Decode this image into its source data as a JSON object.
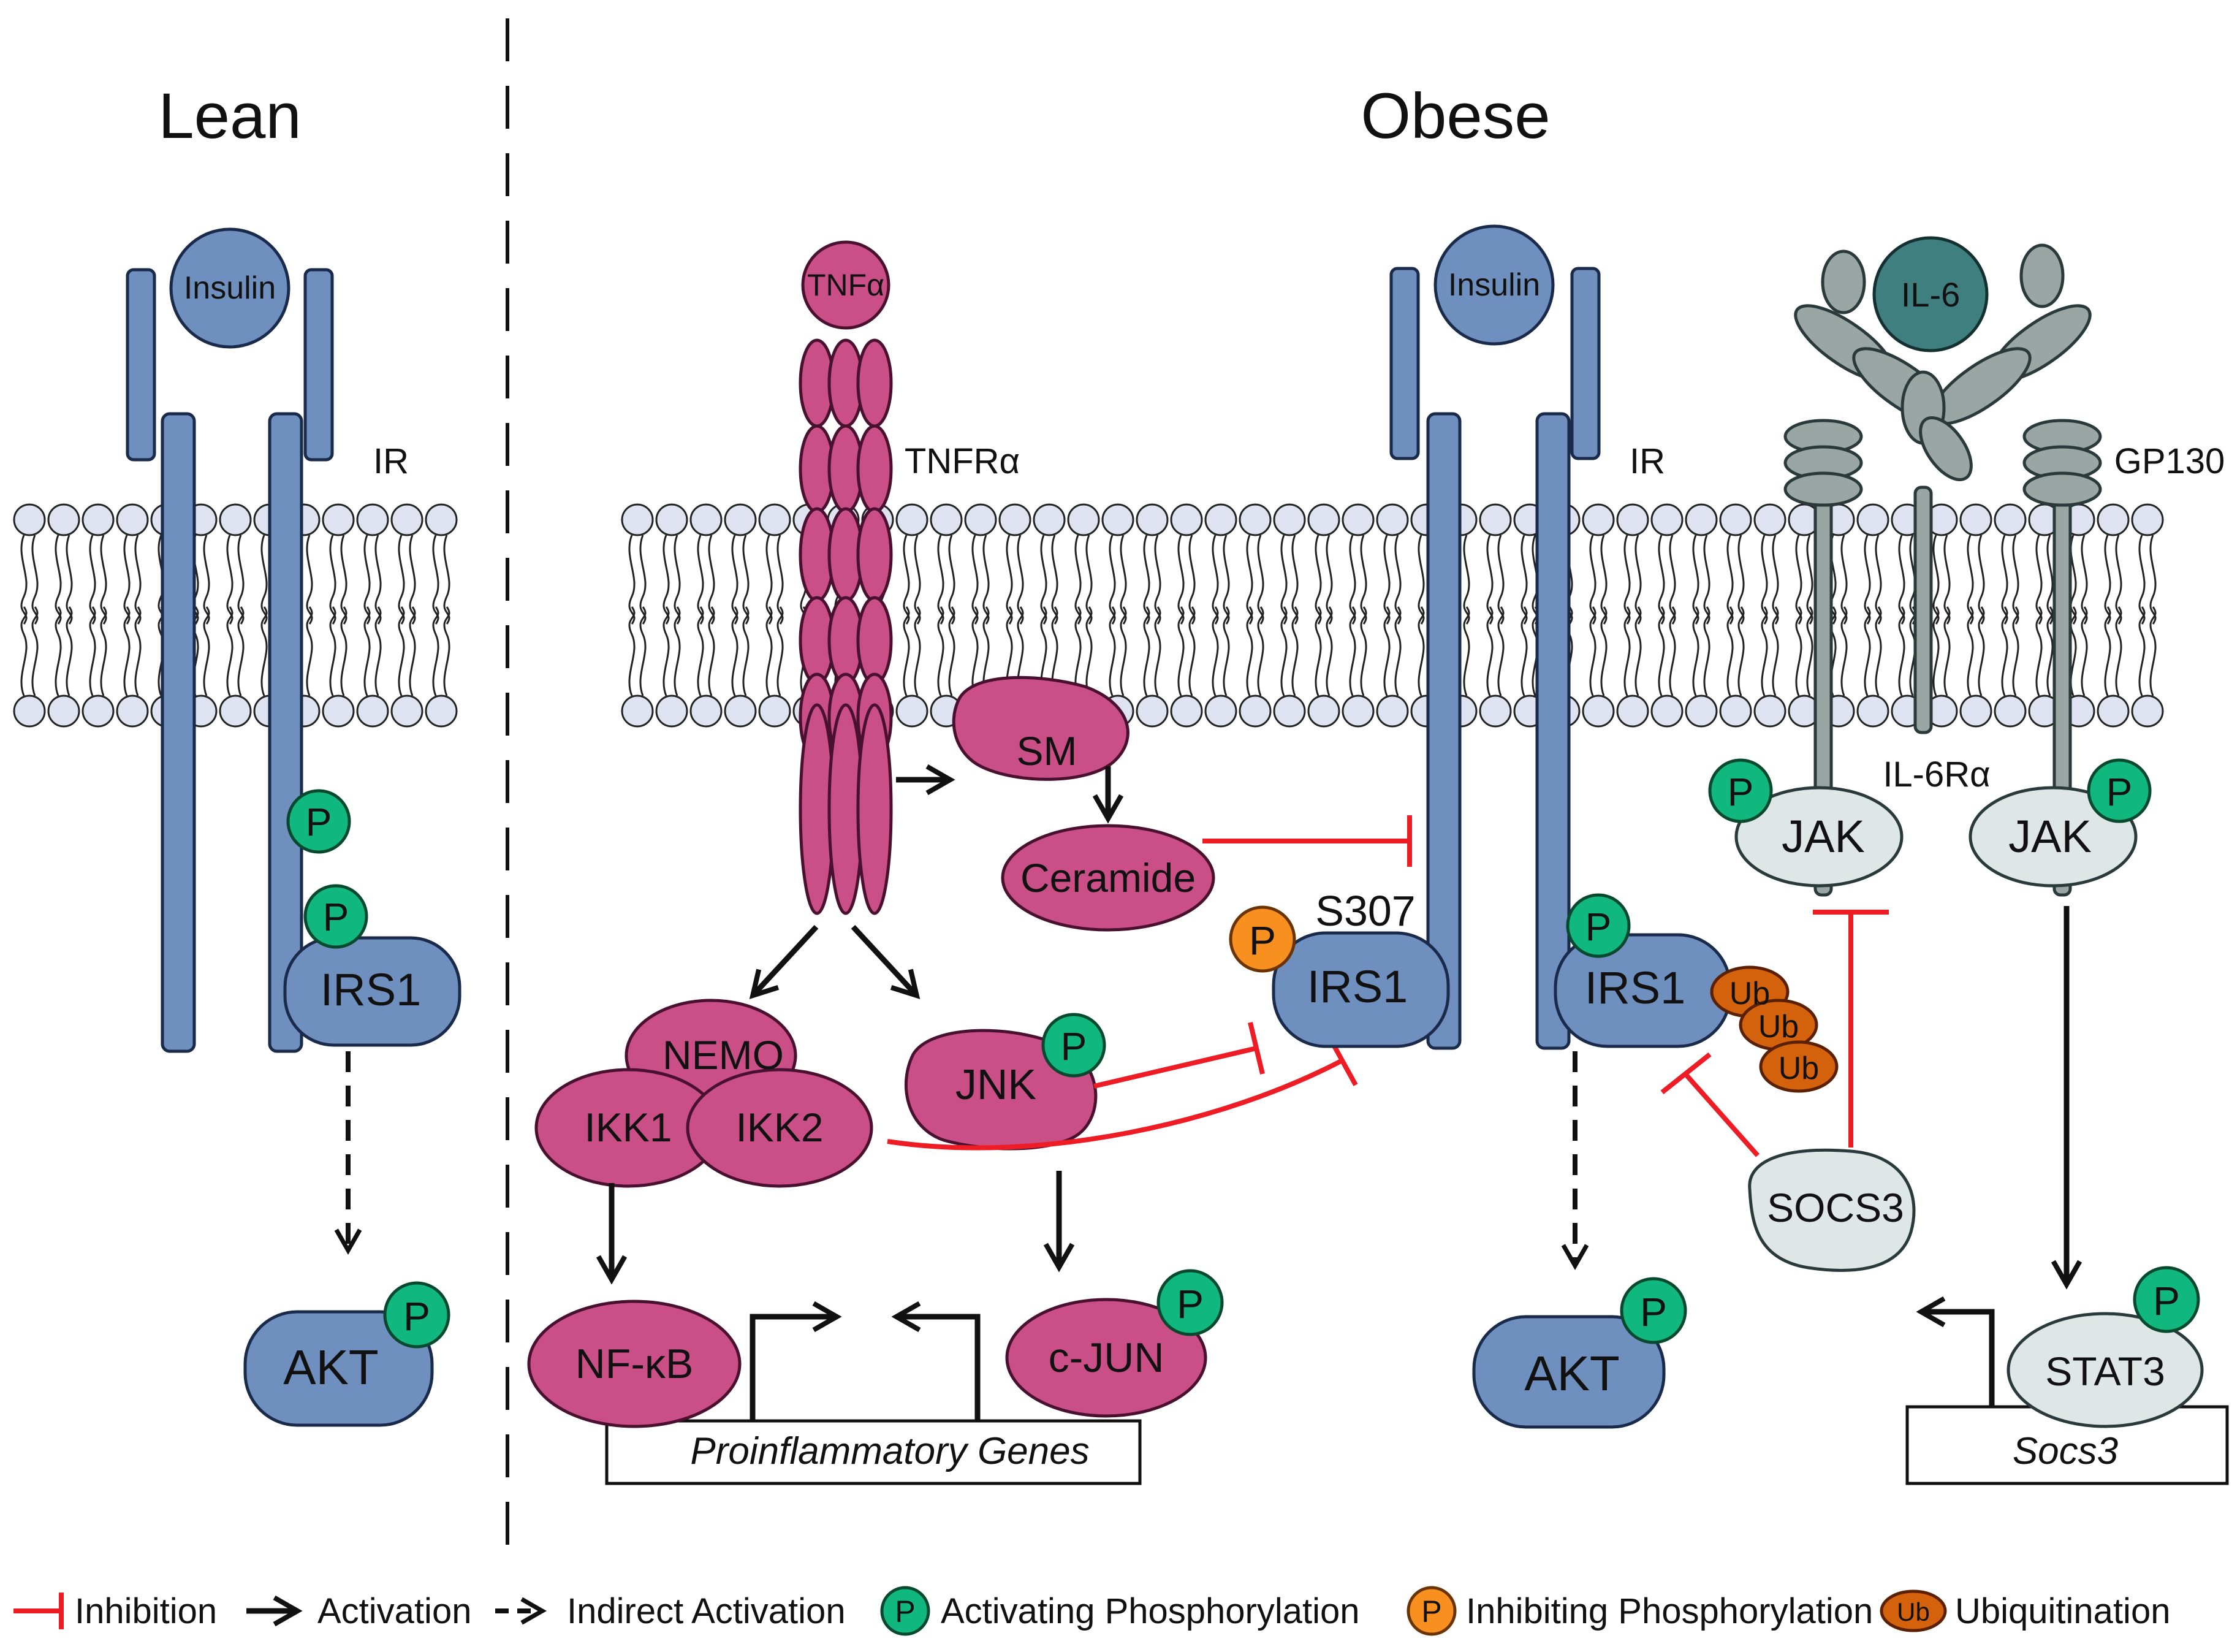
{
  "panels": {
    "lean": "Lean",
    "obese": "Obese"
  },
  "labels": {
    "insulin_lean": "Insulin",
    "ir_lean": "IR",
    "irs1_lean": "IRS1",
    "akt_lean": "AKT",
    "tnfa": "TNFα",
    "tnfra": "TNFRα",
    "sm": "SM",
    "ceramide": "Ceramide",
    "nemo": "NEMO",
    "ikk1": "IKK1",
    "ikk2": "IKK2",
    "jnk": "JNK",
    "nfkb": "NF-κB",
    "cjun": "c-JUN",
    "proinflammatory_genes": "Proinflammatory Genes",
    "insulin_obese": "Insulin",
    "ir_obese": "IR",
    "s307": "S307",
    "irs1_inhibited": "IRS1",
    "irs1_ub": "IRS1",
    "ub": "Ub",
    "akt_obese": "AKT",
    "il6": "IL-6",
    "gp130": "GP130",
    "il6ra": "IL-6Rα",
    "jak_left": "JAK",
    "jak_right": "JAK",
    "socs3": "SOCS3",
    "stat3": "STAT3",
    "socs3_gene": "Socs3",
    "p": "P"
  },
  "legend": {
    "inhibition": "Inhibition",
    "activation": "Activation",
    "indirect_activation": "Indirect Activation",
    "activating_phosphorylation": "Activating Phosphorylation",
    "inhibiting_phosphorylation": "Inhibiting Phosphorylation",
    "ubiquitination": "Ubiquitination",
    "p_symbol": "P",
    "ub_symbol": "Ub"
  },
  "colors": {
    "insulin_pathway": "#6f8fbf",
    "tnf_pathway": "#c94f86",
    "il6": "#3f7f7f",
    "receptor_grey": "#9aa6a3",
    "activating_p": "#10b880",
    "inhibiting_p": "#f7901e",
    "ubiquitin": "#d4620d",
    "inhibition_line": "#ee1c25"
  }
}
